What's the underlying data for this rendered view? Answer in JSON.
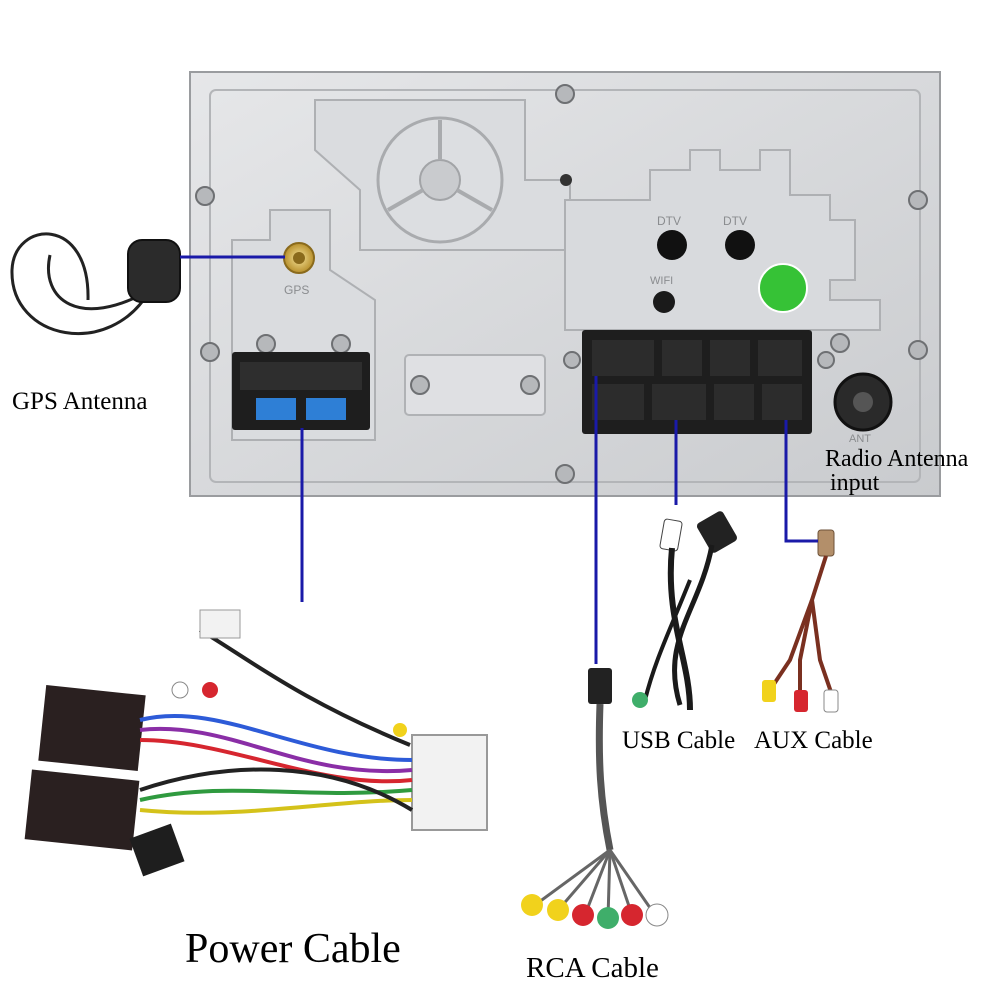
{
  "labels": {
    "gps_antenna": "GPS Antenna",
    "radio_antenna_line1": "Radio Antenna",
    "radio_antenna_line2": "input",
    "usb_cable": "USB Cable",
    "aux_cable": "AUX Cable",
    "power_cable": "Power Cable",
    "rca_cable": "RCA Cable"
  },
  "panel_markings": {
    "gps": "GPS",
    "dtv": "DTV",
    "wifi": "WIFI",
    "ant": "ANT"
  },
  "colors": {
    "leader_line": "#1a1aa8",
    "panel": "#d4d6d9",
    "connector": "#1e1e1e",
    "fuse": "#2e7fd6"
  }
}
